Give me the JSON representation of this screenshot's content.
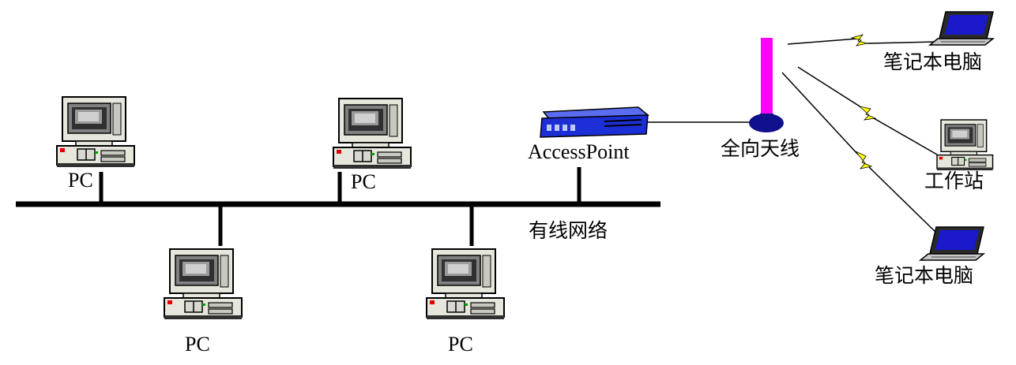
{
  "labels": {
    "pc": "PC",
    "access_point": "AccessPoint",
    "wired_network": "有线网络",
    "omni_antenna": "全向天线",
    "laptop": "笔记本电脑",
    "workstation": "工作站"
  },
  "colors": {
    "bus_line": "#000000",
    "antenna_mast": "#ff00ff",
    "antenna_base": "#10108c",
    "access_point_body": "#1c2fd6",
    "laptop_screen": "#1a1acc",
    "lightning": "#ffff00",
    "pc_beige": "#e6e6dc"
  },
  "icons": [
    "pc-icon",
    "access-point-icon",
    "antenna-icon",
    "laptop-icon",
    "workstation-icon",
    "lightning-bolt-icon"
  ]
}
